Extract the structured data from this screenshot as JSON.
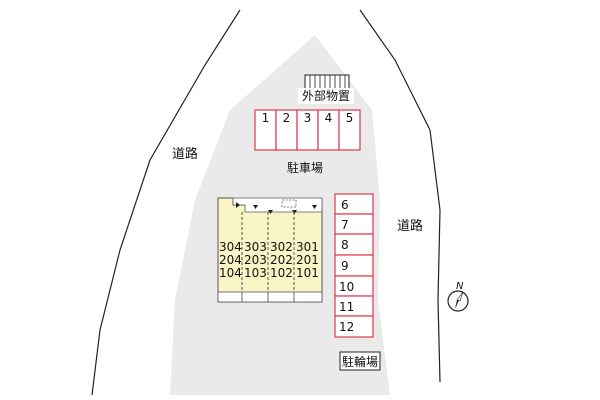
{
  "labels": {
    "road_left": "道路",
    "road_right": "道路",
    "parking": "駐車場",
    "storage": "外部物置",
    "bicycle_parking": "駐輪場",
    "north": "N"
  },
  "parking_top": [
    "1",
    "2",
    "3",
    "4",
    "5"
  ],
  "parking_right": [
    "6",
    "7",
    "8",
    "9",
    "10",
    "11",
    "12"
  ],
  "building": {
    "columns": [
      [
        "304",
        "204",
        "104"
      ],
      [
        "303",
        "203",
        "103"
      ],
      [
        "302",
        "202",
        "102"
      ],
      [
        "301",
        "201",
        "101"
      ]
    ]
  },
  "colors": {
    "site": "#eaeaeb",
    "parking_stroke": "#e0364a",
    "building_fill": "#faf5c6",
    "road_line": "#222222"
  }
}
